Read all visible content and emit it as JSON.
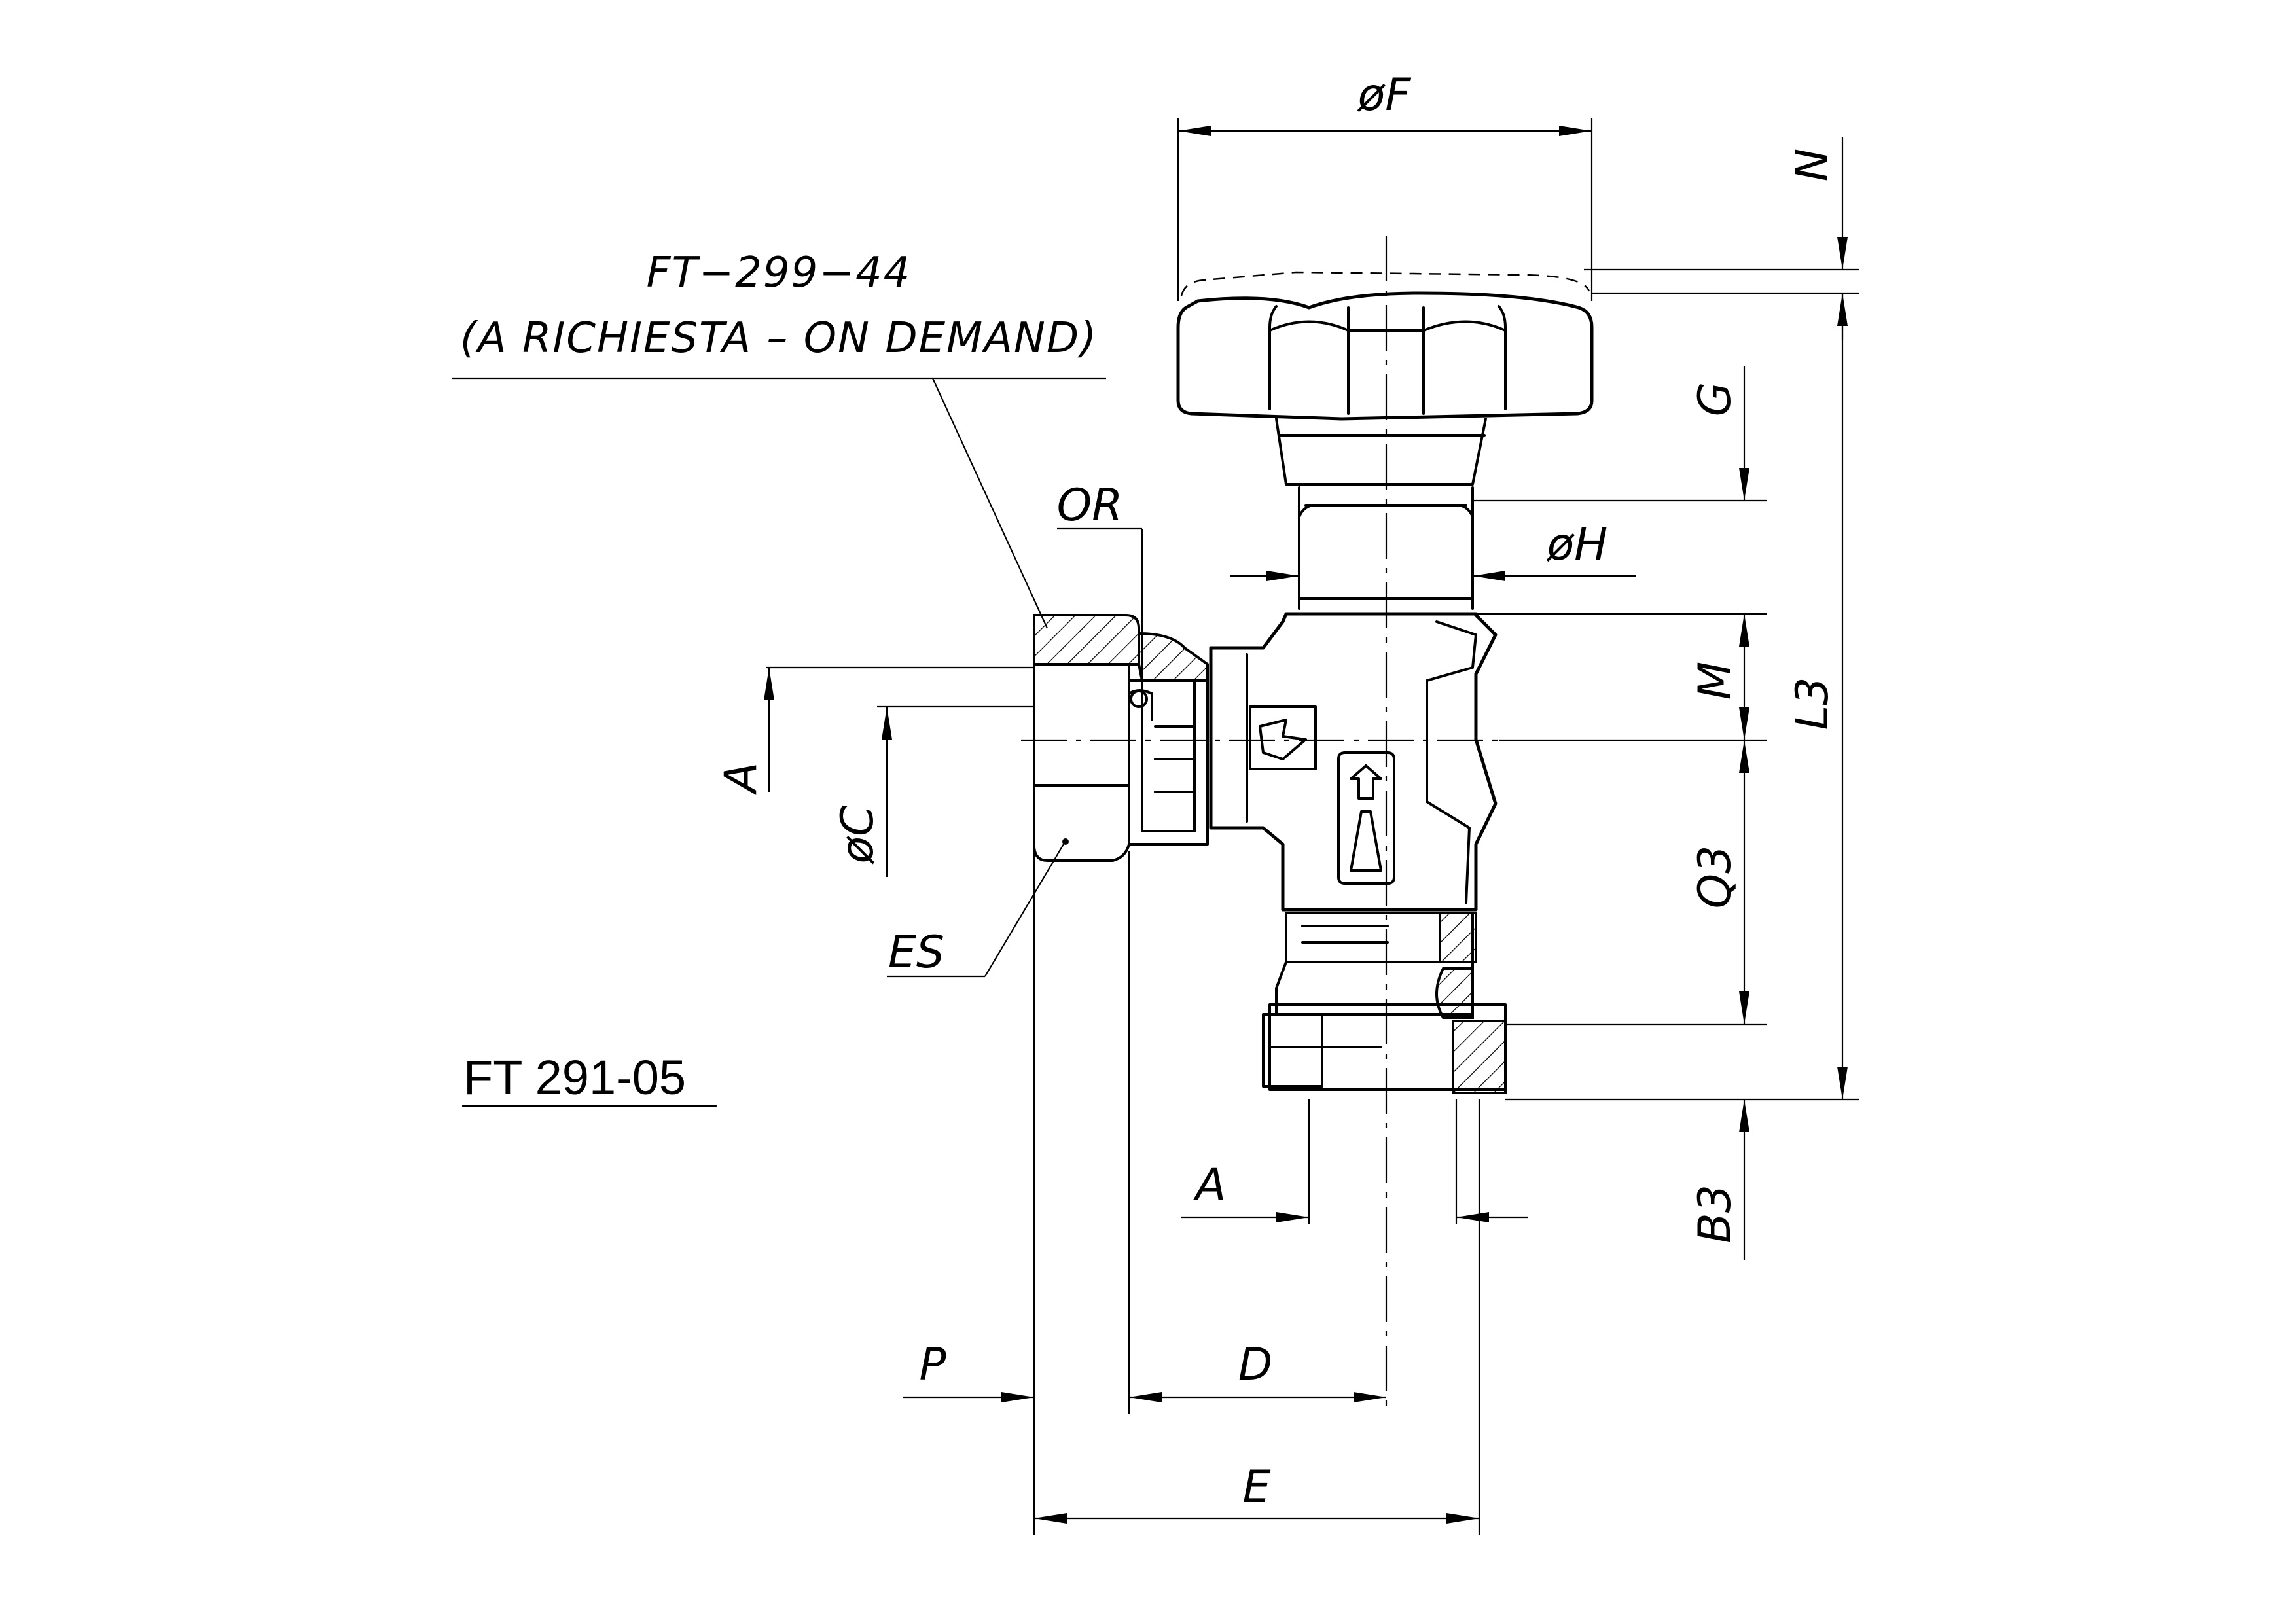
{
  "drawing": {
    "code": "FT 291-05",
    "accessory_code": "FT−299−44",
    "accessory_note": "(A RICHIESTA – ON DEMAND)",
    "callouts": {
      "or": "OR",
      "es": "ES"
    },
    "dimensions": {
      "f": "øF",
      "n": "N",
      "g": "G",
      "h": "øH",
      "m": "M",
      "l3": "L3",
      "q3": "Q3",
      "b3": "B3",
      "a_left": "A",
      "c": "øC",
      "a_bottom": "A",
      "p": "P",
      "d": "D",
      "e": "E"
    }
  }
}
